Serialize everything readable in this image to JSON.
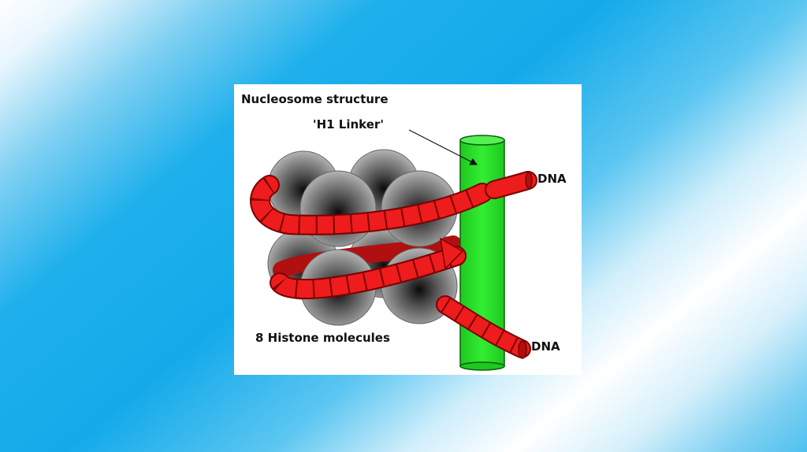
{
  "figure": {
    "title": "Nucleosome structure",
    "linker_label": "'H1 Linker'",
    "dna_top_label": "DNA",
    "dna_bottom_label": "DNA",
    "histone_label": "8 Histone molecules"
  },
  "colors": {
    "dna": "#ee1c1c",
    "dna_stripe": "#7a0000",
    "linker": "#22dd22",
    "linker_edge": "#0b5e0b",
    "histone": "#555555",
    "background_accent": "#14aaea"
  }
}
